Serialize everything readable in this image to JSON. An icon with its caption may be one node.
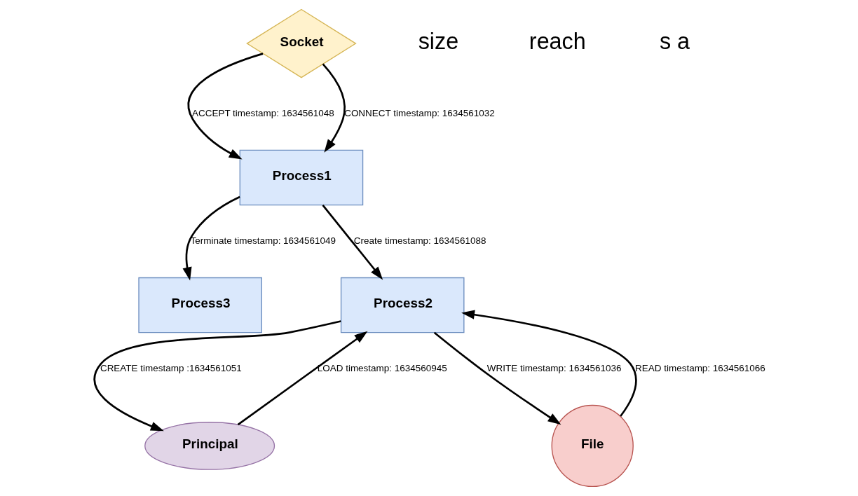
{
  "diagram": {
    "nodes": [
      {
        "text": [
          "Socket"
        ]
      },
      {
        "text": [
          "Process1"
        ]
      },
      {
        "text": [
          "Process3"
        ]
      },
      {
        "text": [
          "Principal"
        ]
      },
      {
        "text": [
          "Process2"
        ]
      },
      {
        "text": [
          "File"
        ]
      }
    ],
    "edges": [
      {
        "from": 0,
        "to": 1,
        "arrow": "to",
        "label": "ACCEPT timestamp: 1634561048"
      },
      {
        "from": 0,
        "to": 1,
        "arrow": "to",
        "label": "CONNECT timestamp: 1634561032"
      },
      {
        "from": 1,
        "to": 2,
        "arrow": "to",
        "label": "Terminate timestamp: 1634561049"
      },
      {
        "from": 1,
        "to": 4,
        "arrow": "to",
        "label": "Create timestamp: 1634561088"
      },
      {
        "from": 4,
        "to": 3,
        "arrow": "to",
        "label": "CREATE timestamp :1634561051"
      },
      {
        "from": 3,
        "to": 4,
        "arrow": "to",
        "label": "LOAD timestamp: 1634560945"
      },
      {
        "from": 4,
        "to": 5,
        "arrow": "to",
        "label": "WRITE timestamp: 1634561036"
      },
      {
        "from": 5,
        "to": 4,
        "arrow": "to",
        "label": "READ timestamp: 1634561066"
      }
    ],
    "labels": [
      "size",
      "reach",
      "s a"
    ]
  }
}
